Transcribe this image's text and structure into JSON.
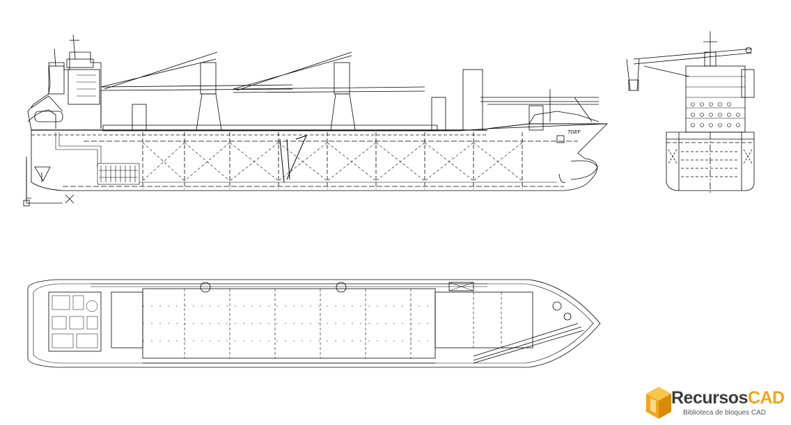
{
  "drawing": {
    "background": "#ffffff",
    "line_color": "#000000",
    "views": [
      "side-elevation",
      "end-section",
      "deck-plan"
    ],
    "hull_marking": "TGEF"
  },
  "logo": {
    "part1": "Recursos",
    "part2": "CAD",
    "tagline": "Biblioteca de bloques CAD",
    "colors": {
      "primary": "#f2a516",
      "secondary": "#3b3b3b",
      "light": "#f7c64a"
    }
  }
}
